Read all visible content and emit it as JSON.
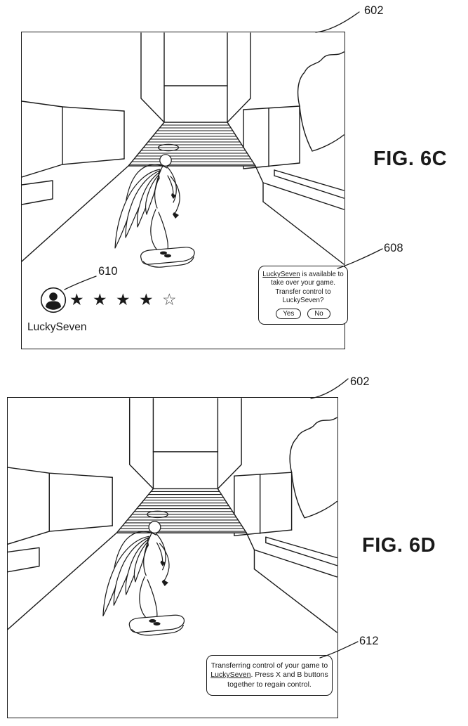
{
  "page": {
    "background_color": "#ffffff",
    "line_color": "#1a1a1a"
  },
  "fig6c": {
    "label": "FIG. 6C",
    "frame_ref": "602",
    "dialog_ref": "608",
    "avatar_ref": "610",
    "player_name": "LuckySeven",
    "rating": {
      "value": 4,
      "max": 5,
      "filled_stars": "★ ★ ★ ★",
      "empty_star": "☆"
    },
    "dialog": {
      "name": "LuckySeven",
      "rest": " is available to take over your game. Transfer control to LuckySeven?",
      "yes_label": "Yes",
      "no_label": "No"
    }
  },
  "fig6d": {
    "label": "FIG. 6D",
    "frame_ref": "602",
    "dialog_ref": "612",
    "dialog": {
      "before": "Transferring control of your game to ",
      "name": "LuckySeven",
      "after": ". Press X and B buttons together to regain control."
    }
  }
}
